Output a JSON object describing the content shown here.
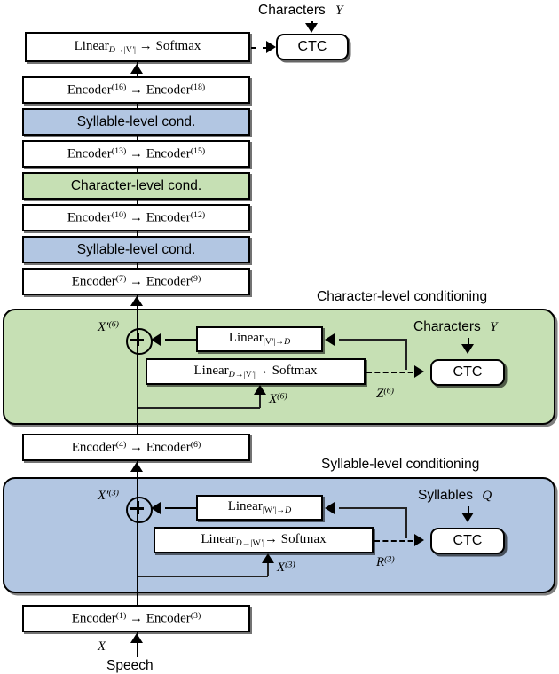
{
  "diagram": {
    "title_top_input": "Characters",
    "title_top_input_symbol": "Y",
    "bottom_input": "Speech",
    "bottom_input_symbol": "X",
    "colors": {
      "syllable_blue": "#b2c6e2",
      "character_green": "#c6e0b4",
      "box_white": "#ffffff",
      "stroke_black": "#000000"
    }
  },
  "stack": [
    {
      "id": "linear-softmax-top",
      "kind": "white",
      "text_html": "Linear<sub><i>D</i>→|V<i>′</i>|</sub> → Softmax",
      "plain": "Linear D→|V'| → Softmax"
    },
    {
      "id": "encoder-16-18",
      "kind": "white",
      "text_html": "Encoder<sup>(16)</sup> → Encoder<sup>(18)</sup>",
      "plain": "Encoder(16) → Encoder(18)"
    },
    {
      "id": "syllable-cond-upper",
      "kind": "blue",
      "text_html": "Syllable-level cond.",
      "plain": "Syllable-level cond."
    },
    {
      "id": "encoder-13-15",
      "kind": "white",
      "text_html": "Encoder<sup>(13)</sup> → Encoder<sup>(15)</sup>",
      "plain": "Encoder(13) → Encoder(15)"
    },
    {
      "id": "character-cond-upper",
      "kind": "green",
      "text_html": "Character-level cond.",
      "plain": "Character-level cond."
    },
    {
      "id": "encoder-10-12",
      "kind": "white",
      "text_html": "Encoder<sup>(10)</sup> → Encoder<sup>(12)</sup>",
      "plain": "Encoder(10) → Encoder(12)"
    },
    {
      "id": "syllable-cond-lower",
      "kind": "blue",
      "text_html": "Syllable-level cond.",
      "plain": "Syllable-level cond."
    },
    {
      "id": "encoder-7-9",
      "kind": "white",
      "text_html": "Encoder<sup>(7)</sup> → Encoder<sup>(9)</sup>",
      "plain": "Encoder(7) → Encoder(9)"
    },
    {
      "id": "encoder-4-6",
      "kind": "white",
      "text_html": "Encoder<sup>(4)</sup> → Encoder<sup>(6)</sup>",
      "plain": "Encoder(4) → Encoder(6)"
    },
    {
      "id": "encoder-1-3",
      "kind": "white",
      "text_html": "Encoder<sup>(1)</sup> → Encoder<sup>(3)</sup>",
      "plain": "Encoder(1) → Encoder(3)"
    }
  ],
  "top": {
    "ctc_label": "CTC",
    "input_label": "Characters",
    "input_symbol": "Y"
  },
  "character_panel": {
    "panel_label": "Character-level conditioning",
    "residual_out_label_html": "X<i>′</i><sup>(6)</sup>",
    "residual_out_label": "X'(6)",
    "linear_up_html": "Linear<sub>|V<i>′</i>|→<i>D</i></sub>",
    "linear_up": "Linear |V'|→D",
    "linear_softmax_html": "Linear<sub><i>D</i>→|V<i>′</i>|</sub>→ Softmax",
    "linear_softmax": "Linear D→|V'| → Softmax",
    "branch_in_label_html": "X<sup>(6)</sup>",
    "branch_in_label": "X(6)",
    "posterior_label_html": "Z<sup>(6)</sup>",
    "posterior_label": "Z(6)",
    "ctc_label": "CTC",
    "target_label": "Characters",
    "target_symbol": "Y",
    "plus_symbol": "⊕"
  },
  "syllable_panel": {
    "panel_label": "Syllable-level conditioning",
    "residual_out_label_html": "X<i>′</i><sup>(3)</sup>",
    "residual_out_label": "X'(3)",
    "linear_up_html": "Linear<sub>|W<i>′</i>|→<i>D</i></sub>",
    "linear_up": "Linear |W'|→D",
    "linear_softmax_html": "Linear<sub><i>D</i>→|W<i>′</i>|</sub>→ Softmax",
    "linear_softmax": "Linear D→|W'| → Softmax",
    "branch_in_label_html": "X<sup>(3)</sup>",
    "branch_in_label": "X(3)",
    "posterior_label_html": "R<sup>(3)</sup>",
    "posterior_label": "R(3)",
    "ctc_label": "CTC",
    "target_label": "Syllables",
    "target_symbol": "Q",
    "plus_symbol": "⊕"
  },
  "bottom": {
    "input_symbol": "X",
    "input_label": "Speech"
  }
}
